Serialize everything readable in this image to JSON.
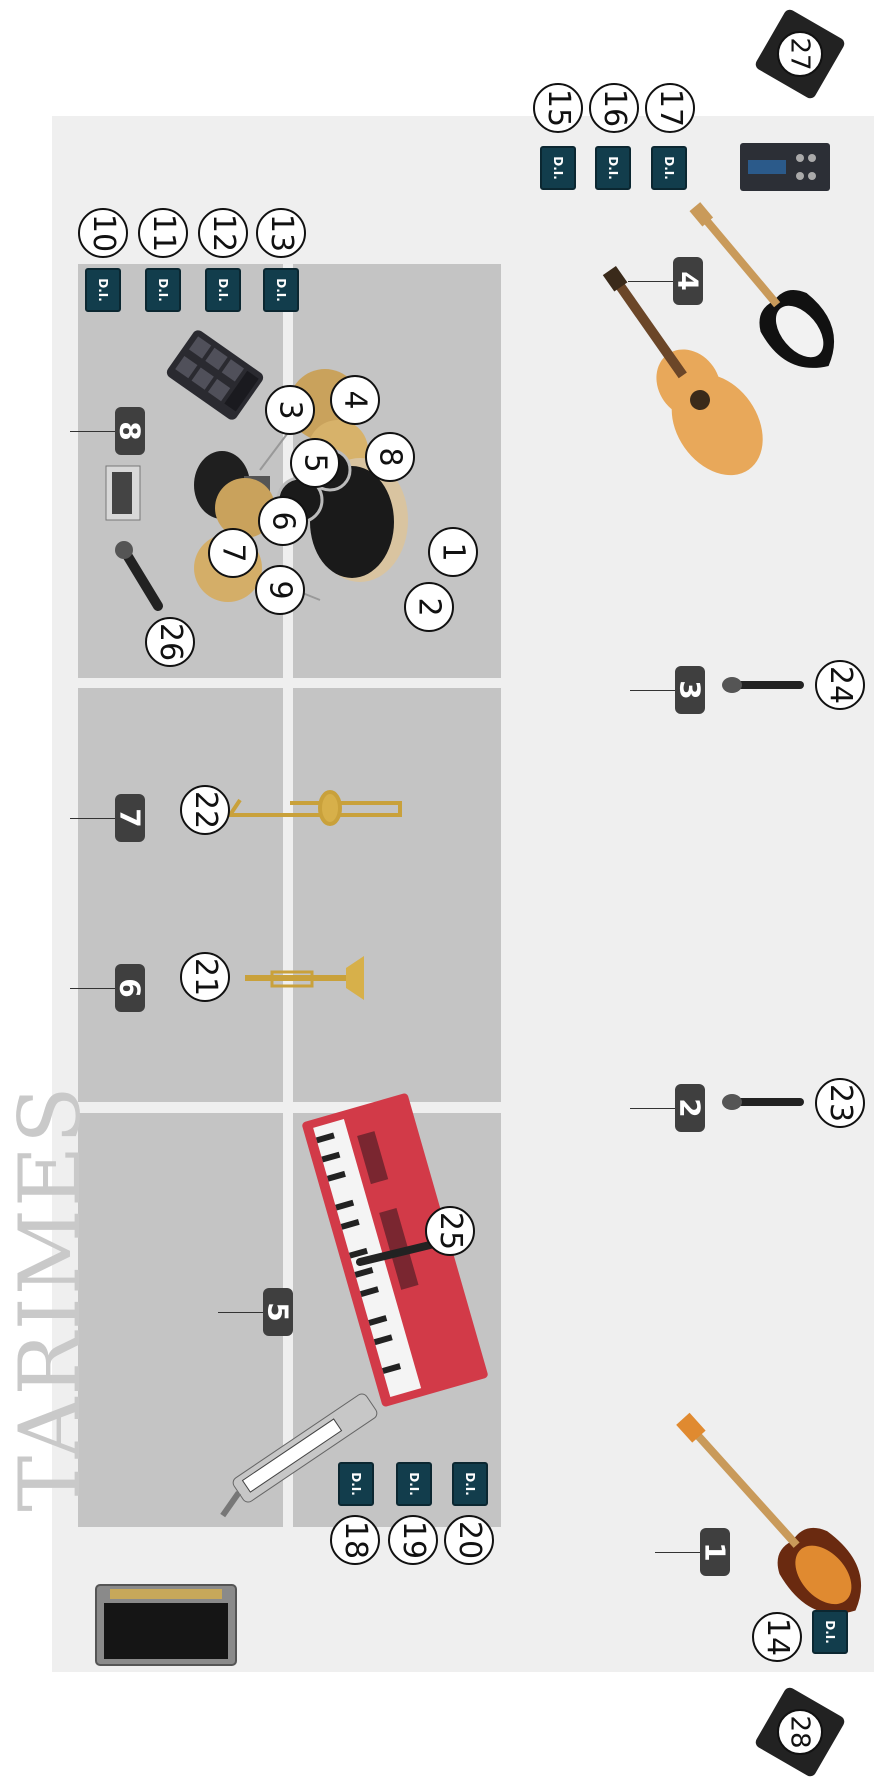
{
  "title": "TARIMES",
  "di_label": "D.I.",
  "inputs": [
    "1",
    "2",
    "3",
    "4",
    "5",
    "6",
    "7",
    "8",
    "9",
    "10",
    "11",
    "12",
    "13",
    "14",
    "15",
    "16",
    "17",
    "18",
    "19",
    "20",
    "21",
    "22",
    "23",
    "24",
    "25",
    "26"
  ],
  "monitors": [
    "27",
    "28"
  ],
  "iem": [
    "1",
    "2",
    "3",
    "4",
    "5",
    "6",
    "7",
    "8"
  ],
  "colors": {
    "stage": "#efefef",
    "riser": "#c4c4c4",
    "title": "#c9c9c9",
    "keyboard": "#d23a48",
    "di": "#123d4c"
  }
}
